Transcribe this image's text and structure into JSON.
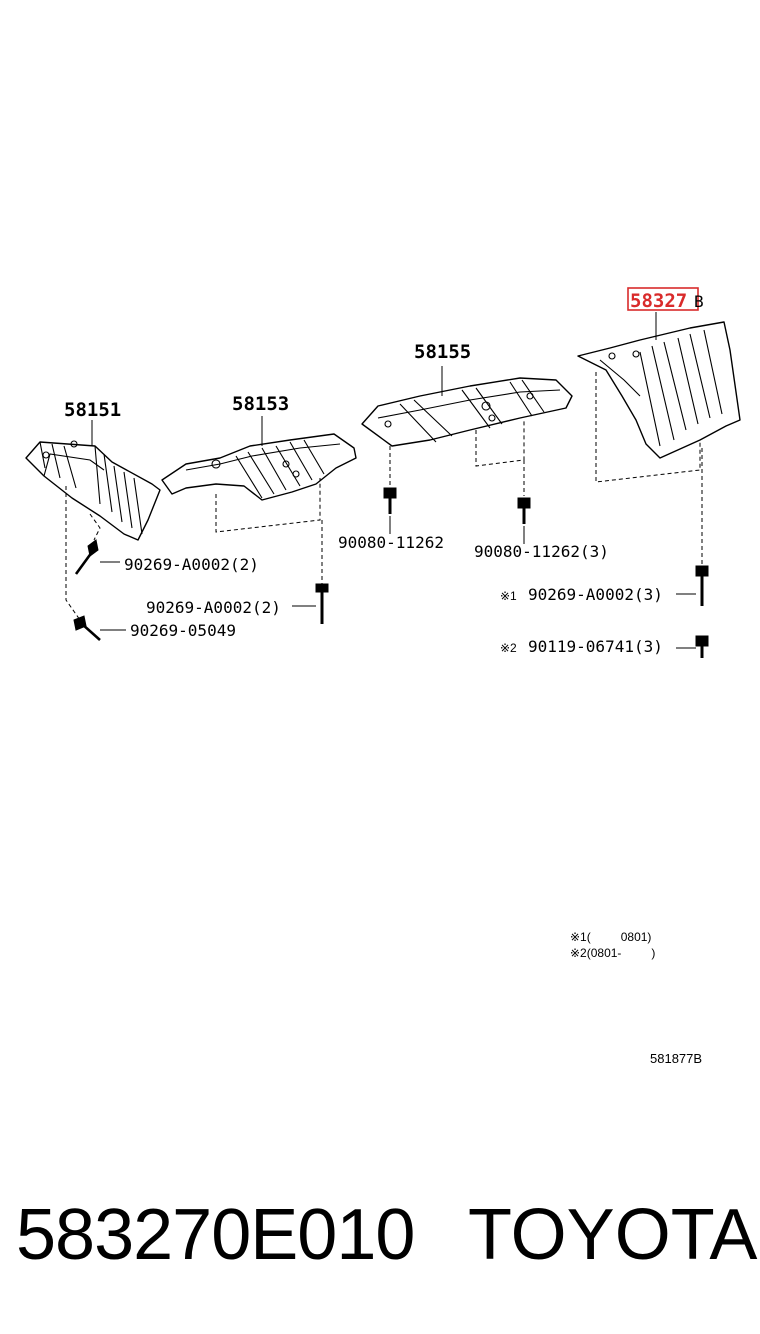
{
  "diagram": {
    "callouts": {
      "p58151": "58151",
      "p58153": "58153",
      "p58155": "58155",
      "p58327": "58327",
      "p58327_suffix": "B"
    },
    "fasteners": {
      "f1": "90269-A0002(2)",
      "f2": "90269-A0002(2)",
      "f3": "90269-05049",
      "f4": "90080-11262",
      "f5": "90080-11262(3)",
      "f6": "90269-A0002(3)",
      "f7": "90119-06741(3)"
    },
    "marks": {
      "m1": "※1",
      "m2": "※2"
    },
    "notes": {
      "n1": "※1(         0801)",
      "n2": "※2(0801-         )"
    },
    "figure_code": "581877B",
    "highlight_color": "#d92b2b"
  },
  "footer": {
    "part_number": "583270E010",
    "brand": "TOYOTA"
  }
}
